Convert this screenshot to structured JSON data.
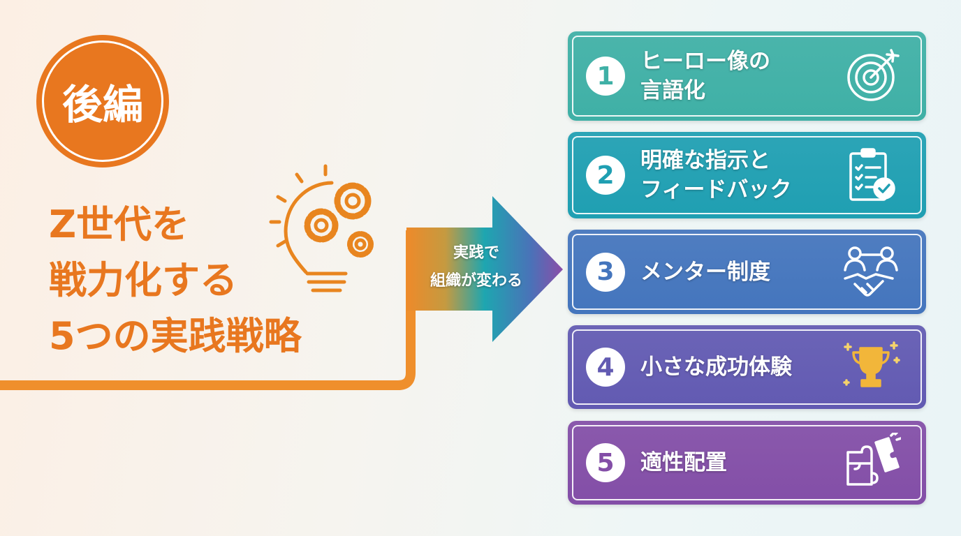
{
  "badge": "後編",
  "title": [
    "Z世代を",
    "戦力化する",
    "5つの実践戦略"
  ],
  "arrow": {
    "lines": [
      "実践で",
      "組織が変わる"
    ]
  },
  "colors": {
    "orange": "#e8771f"
  },
  "strategies": [
    {
      "number": "1",
      "lines": [
        "ヒーロー像の",
        "言語化"
      ],
      "icon": "target-icon",
      "color": "#3fb0a6"
    },
    {
      "number": "2",
      "lines": [
        "明確な指示と",
        "フィードバック"
      ],
      "icon": "clipboard-check-icon",
      "color": "#1f9fb2"
    },
    {
      "number": "3",
      "lines": [
        "メンター制度"
      ],
      "icon": "handshake-icon",
      "color": "#4475bd"
    },
    {
      "number": "4",
      "lines": [
        "小さな成功体験"
      ],
      "icon": "trophy-icon",
      "color": "#625ab2"
    },
    {
      "number": "5",
      "lines": [
        "適性配置"
      ],
      "icon": "puzzle-icon",
      "color": "#834ea7"
    }
  ]
}
